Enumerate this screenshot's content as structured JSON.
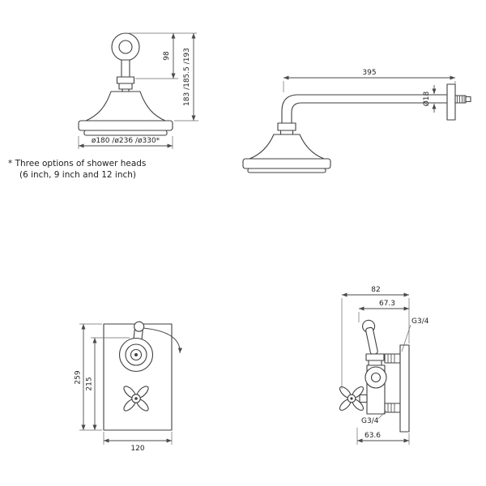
{
  "note": {
    "line1": "* Three options of shower heads",
    "line2": "(6 inch, 9 inch and 12 inch)"
  },
  "head_front": {
    "dim_arm_height": "98",
    "dim_heights": "183 /185.5 /193",
    "dim_diameters": "ø180 /ø236 /ø330*"
  },
  "head_side": {
    "dim_arm_length": "395",
    "dim_pipe_diameter": "Ø18"
  },
  "valve_front": {
    "dim_plate_height": "259",
    "dim_handle_span": "215",
    "dim_plate_width": "120"
  },
  "valve_side": {
    "dim_depth": "82",
    "dim_lever_depth": "67.3",
    "thread_top": "G3/4",
    "thread_bottom": "G3/4",
    "dim_bottom_depth": "63.6"
  },
  "colors": {
    "line": "#3f3f3f",
    "dimension": "#4a4a4a",
    "text": "#1e1e1e",
    "background": "#ffffff"
  }
}
